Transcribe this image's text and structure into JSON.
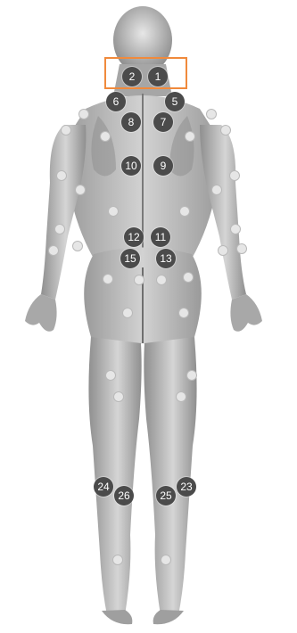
{
  "colors": {
    "background": "#ffffff",
    "body": "#bdbdbd",
    "muscle_dark": "#6b6b6b",
    "marker_fill": "#4b4b4b",
    "marker_text": "#ffffff",
    "dot_fill": "#e6e6e6",
    "highlight_border": "#f08a3c"
  },
  "figure": {
    "view": "posterior",
    "image_semantics": "muscle-anatomy-back-view"
  },
  "highlight": {
    "label": ""
  },
  "markers": [
    "1",
    "2",
    "5",
    "6",
    "7",
    "8",
    "9",
    "10",
    "11",
    "12",
    "13",
    "15",
    "23",
    "24",
    "25",
    "26"
  ]
}
